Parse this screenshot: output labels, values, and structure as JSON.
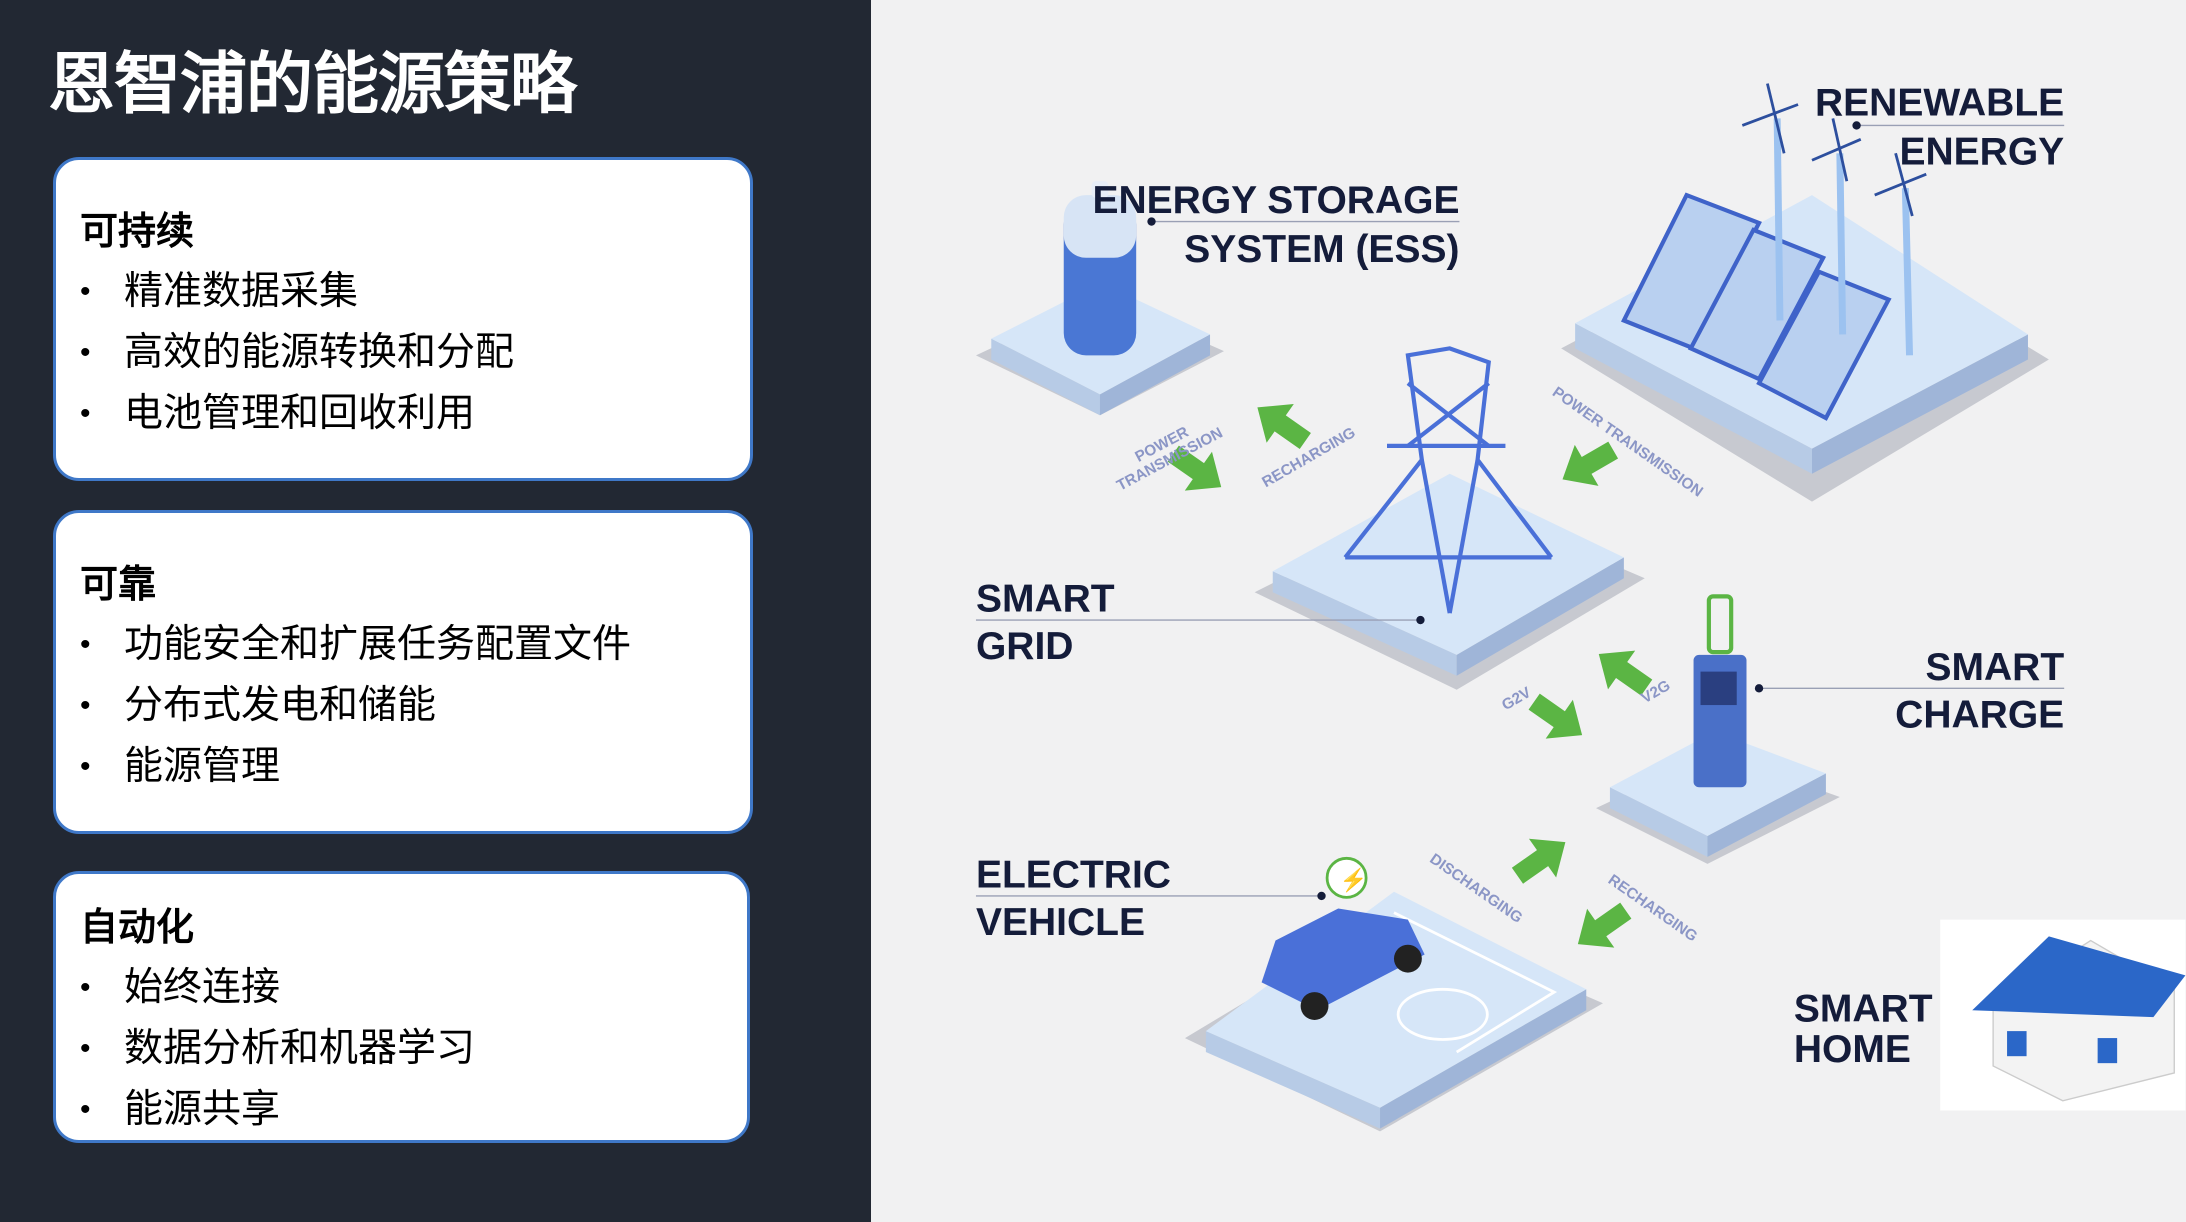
{
  "title": "恩智浦的能源策略",
  "cards": [
    {
      "heading": "可持续",
      "items": [
        "精准数据采集",
        "高效的能源转换和分配",
        "电池管理和回收利用"
      ]
    },
    {
      "heading": "可靠",
      "items": [
        "功能安全和扩展任务配置文件",
        "分布式发电和储能",
        "能源管理"
      ]
    },
    {
      "heading": "自动化",
      "items": [
        "始终连接",
        "数据分析和机器学习",
        "能源共享"
      ]
    }
  ],
  "diagram": {
    "ess": [
      "ENERGY STORAGE",
      "SYSTEM (ESS)"
    ],
    "renewable": [
      "RENEWABLE",
      "ENERGY"
    ],
    "grid": [
      "SMART",
      "GRID"
    ],
    "charge": [
      "SMART",
      "CHARGE"
    ],
    "ev": [
      "ELECTRIC",
      "VEHICLE"
    ],
    "home": [
      "SMART",
      "HOME"
    ],
    "flows": {
      "ess_power": [
        "POWER",
        "TRANSMISSION"
      ],
      "ess_recharging": "RECHARGING",
      "renewable_power": "POWER TRANSMISSION",
      "g2v": "G2V",
      "v2g": "V2G",
      "discharging": "DISCHARGING",
      "home_recharging": "RECHARGING"
    }
  },
  "colors": {
    "panel": "#222833",
    "accent": "#3f78c8",
    "arrow": "#5bb544",
    "platform": "#d6e6f8"
  }
}
